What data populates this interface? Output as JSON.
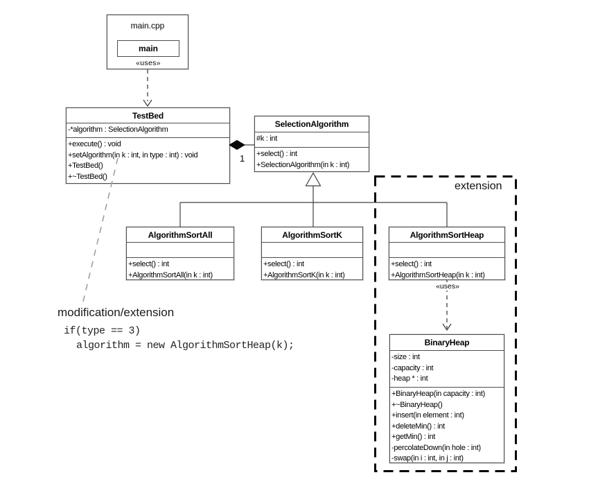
{
  "main_cpp": {
    "title": "main.cpp",
    "inner": "main",
    "stereotype": "«uses»"
  },
  "testbed": {
    "name": "TestBed",
    "attributes": [
      "-*algorithm : SelectionAlgorithm"
    ],
    "methods": [
      "+execute() : void",
      "+setAlgorithm(in k : int, in type : int) : void",
      "+TestBed()",
      "+~TestBed()"
    ]
  },
  "selection_algorithm": {
    "name": "SelectionAlgorithm",
    "attributes": [
      "#k : int"
    ],
    "methods": [
      "+select() : int",
      "+SelectionAlgorithm(in k : int)"
    ]
  },
  "sort_all": {
    "name": "AlgorithmSortAll",
    "attributes": [],
    "methods": [
      "+select() : int",
      "+AlgorithmSortAll(in k : int)"
    ]
  },
  "sort_k": {
    "name": "AlgorithmSortK",
    "attributes": [],
    "methods": [
      "+select() : int",
      "+AlgorithmSortK(in k : int)"
    ]
  },
  "sort_heap": {
    "name": "AlgorithmSortHeap",
    "attributes": [],
    "methods": [
      "+select() : int",
      "+AlgorithmSortHeap(in k : int)"
    ],
    "uses_stereotype": "«uses»"
  },
  "binary_heap": {
    "name": "BinaryHeap",
    "attributes": [
      "-size : int",
      "-capacity : int",
      "-heap * : int"
    ],
    "methods": [
      "+BinaryHeap(in capacity : int)",
      "+~BinaryHeap()",
      "+insert(in element : int)",
      "+deleteMin() : int",
      "+getMin() : int",
      "-percolateDown(in hole : int)",
      "-swap(in i : int, in j : int)"
    ]
  },
  "relationships": {
    "composition_multiplicity": "1",
    "extension_boundary_label": "extension"
  },
  "annotation": {
    "title": "modification/extension",
    "code_line1": "if(type == 3)",
    "code_line2": "algorithm = new AlgorithmSortHeap(k);"
  },
  "colors": {
    "background": "#ffffff",
    "box_border": "#4d4d4d",
    "connector": "#404040",
    "composition_fill": "#0a0a0a",
    "extension_border": "#000000",
    "note_line": "#9e9e9e",
    "text": "#000000"
  }
}
